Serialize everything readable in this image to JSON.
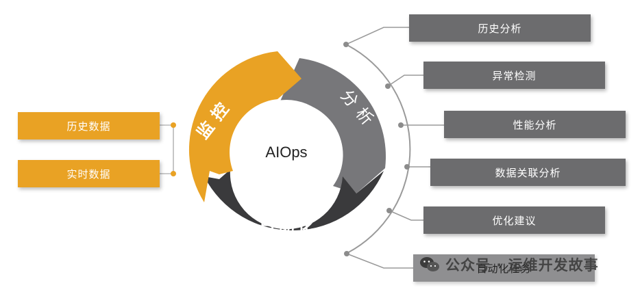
{
  "center": {
    "label": "AIOps"
  },
  "cycle": {
    "monitor": "监控",
    "analyze": "分析",
    "automate": "自动化"
  },
  "inputs": [
    {
      "label": "历史数据"
    },
    {
      "label": "实时数据"
    }
  ],
  "outputs": [
    {
      "label": "历史分析"
    },
    {
      "label": "异常检测"
    },
    {
      "label": "性能分析"
    },
    {
      "label": "数据关联分析"
    },
    {
      "label": "优化建议"
    },
    {
      "label": "自动化任务"
    }
  ],
  "watermark": {
    "text": "公众号 · 运维开发故事"
  },
  "colors": {
    "orange": "#e9a224",
    "gray": "#6c6c6e",
    "dark": "#3a3a3c",
    "connector": "#9a9a9a"
  }
}
